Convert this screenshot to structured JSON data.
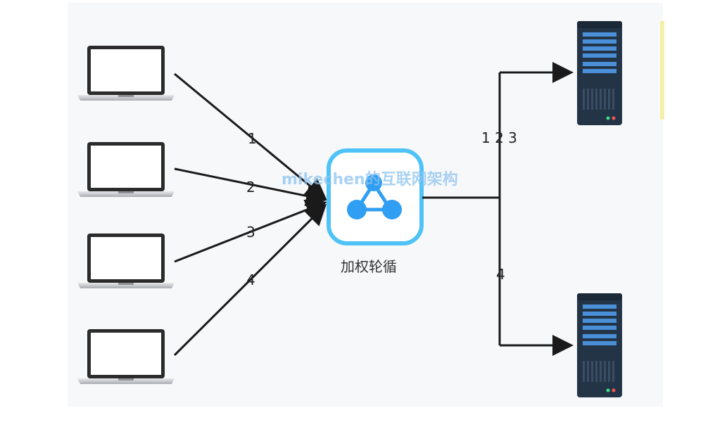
{
  "diagram": {
    "center_label": "加权轮循",
    "watermark": "mikechen的互联网架构",
    "client_edge_labels": [
      "1",
      "2",
      "3",
      "4"
    ],
    "server_edge_labels": [
      "1 2 3",
      "4"
    ],
    "clients": [
      {
        "icon": "laptop-icon"
      },
      {
        "icon": "laptop-icon"
      },
      {
        "icon": "laptop-icon"
      },
      {
        "icon": "laptop-icon"
      }
    ],
    "servers": [
      {
        "icon": "server-icon"
      },
      {
        "icon": "server-icon"
      }
    ],
    "balancer_icon": "load-balancer-icon"
  },
  "colors": {
    "background": "#f7f8fa",
    "line": "#1a1a1a",
    "balancer_border": "#4fc3f7",
    "balancer_node": "#2f9ef3",
    "server_body": "#243447",
    "server_slot": "#4a90d9",
    "accent_bar": "#f3f0a8"
  }
}
